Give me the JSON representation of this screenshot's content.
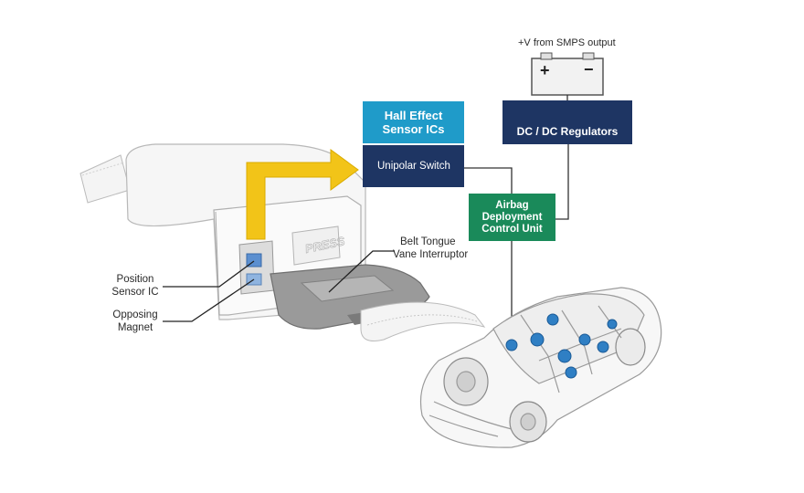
{
  "labels": {
    "supply": "+V from SMPS output",
    "hall_title_1": "Hall Effect",
    "hall_title_2": "Sensor ICs",
    "unipolar": "Unipolar Switch",
    "dcdc": "DC / DC Regulators",
    "airbag_1": "Airbag",
    "airbag_2": "Deployment",
    "airbag_3": "Control Unit",
    "belt_1": "Belt Tongue",
    "belt_2": "Vane Interruptor",
    "pos_1": "Position",
    "pos_2": "Sensor IC",
    "mag_1": "Opposing",
    "mag_2": "Magnet",
    "buckle_brand": "PRESS",
    "battery_plus": "+",
    "battery_minus": "−"
  },
  "colors": {
    "hall_header": "#1f9bc9",
    "navy": "#1e3563",
    "airbag_green": "#1a8a5a",
    "arrow_yellow": "#f2c418",
    "sensor_blue": "#2f7fc4",
    "line": "#333333"
  },
  "icons": {
    "battery": "battery-icon",
    "arrow": "bent-arrow-icon",
    "car": "car-outline-icon",
    "buckle": "seatbelt-buckle-icon"
  }
}
